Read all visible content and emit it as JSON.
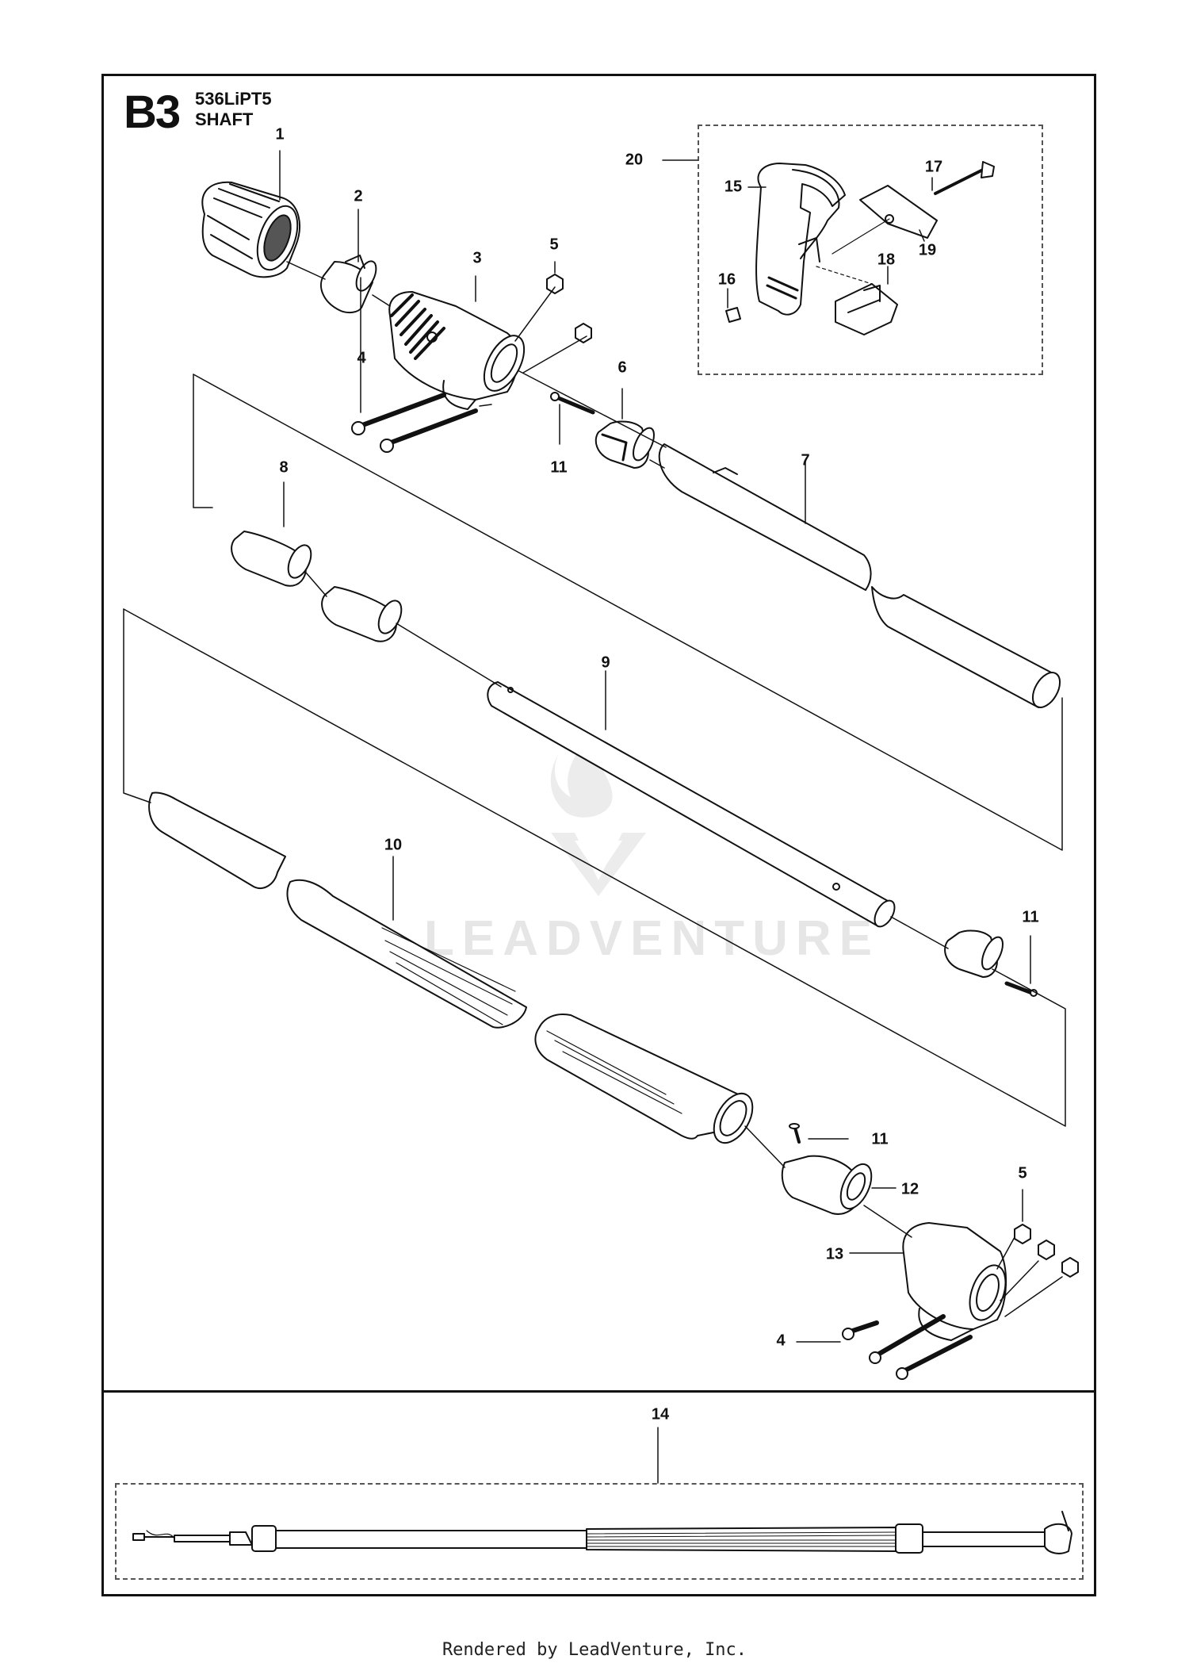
{
  "header": {
    "page_code": "B3",
    "model": "536LiPT5",
    "section": "SHAFT"
  },
  "callouts": {
    "c1": "1",
    "c2": "2",
    "c3": "3",
    "c4a": "4",
    "c5a": "5",
    "c6": "6",
    "c7": "7",
    "c8": "8",
    "c9": "9",
    "c10": "10",
    "c11a": "11",
    "c11b": "11",
    "c11c": "11",
    "c12": "12",
    "c13": "13",
    "c4b": "4",
    "c5b": "5",
    "c14": "14",
    "c15": "15",
    "c16": "16",
    "c17": "17",
    "c18": "18",
    "c19": "19",
    "c20": "20"
  },
  "watermark": "LEADVENTURE",
  "footer": "Rendered by LeadVenture, Inc."
}
